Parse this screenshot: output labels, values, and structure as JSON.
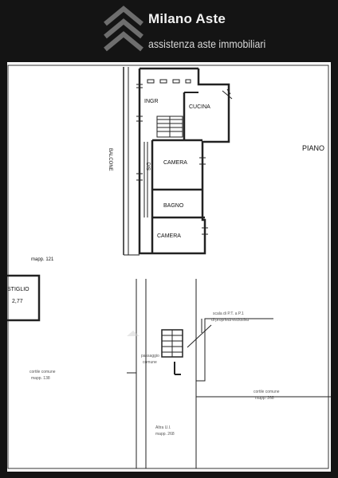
{
  "brand": {
    "title": "Milano Aste",
    "subtitle": "assistenza aste immobiliari"
  },
  "plan": {
    "rooms": {
      "ingr": "INGR",
      "cucina": "CUCINA",
      "camera_1": "CAMERA",
      "bagno": "BAGNO",
      "camera_2": "CAMERA",
      "balcone": "BALCONE",
      "dis": "DIS"
    },
    "piano": "PIANO",
    "mapp_121": "mapp. 121",
    "ripostiglio": "STIGLIO",
    "ripostiglio_area": "2,77",
    "cortile_sx_1": "cortile comune",
    "cortile_sx_2": "mapp. 138",
    "cortile_dx_1": "cortile comune",
    "cortile_dx_2": "mapp. 268",
    "scala_1": "scala di P.T. a P.1",
    "scala_2": "di proprietà esclusiva",
    "passaggio_1": "passaggio",
    "passaggio_2": "comune",
    "altra_ui_1": "Altra U.I.",
    "altra_ui_2": "mapp. 268"
  }
}
